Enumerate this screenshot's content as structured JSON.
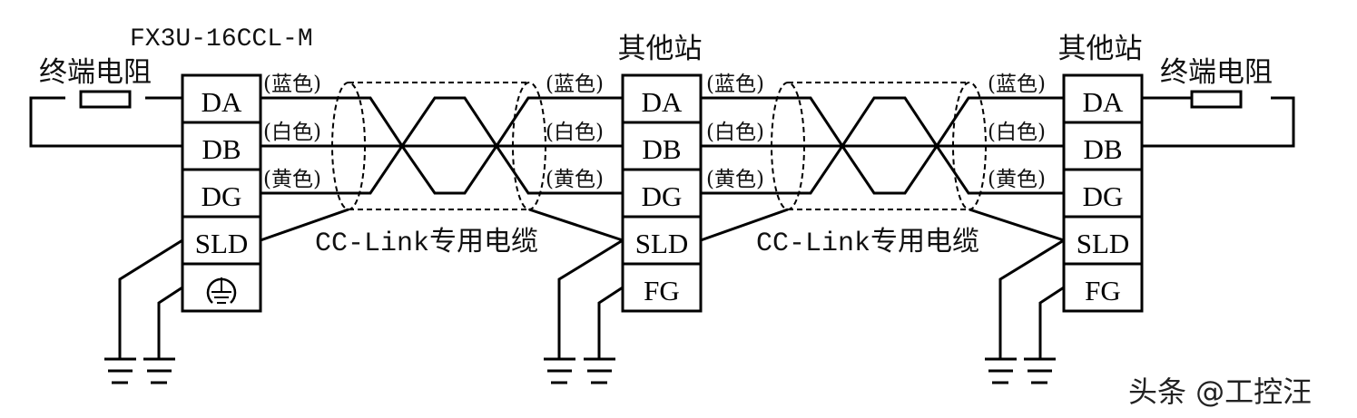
{
  "master": {
    "model": "FX3U-16CCL-M",
    "terminals": [
      "DA",
      "DB",
      "DG",
      "SLD",
      "⏚"
    ],
    "terminator_label": "终端电阻"
  },
  "station2": {
    "title": "其他站",
    "terminals": [
      "DA",
      "DB",
      "DG",
      "SLD",
      "FG"
    ]
  },
  "station3": {
    "title": "其他站",
    "terminals": [
      "DA",
      "DB",
      "DG",
      "SLD",
      "FG"
    ],
    "terminator_label": "终端电阻"
  },
  "wire_colors": [
    "(蓝色)",
    "(白色)",
    "(黄色)"
  ],
  "cable_label": "CC-Link专用电缆",
  "watermark": "头条 @工控汪"
}
